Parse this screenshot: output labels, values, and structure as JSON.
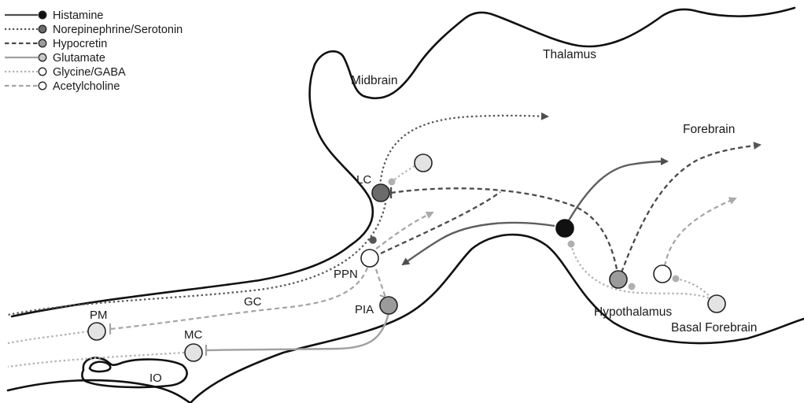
{
  "colors": {
    "histamine": "#111111",
    "norepinephrine_serotonin": "#555555",
    "hypocretin": "#4a4a4a",
    "glutamate": "#9a9a9a",
    "glycine_gaba": "#b0b0b0",
    "acetylcholine": "#a5a5a5",
    "histamine_lines": "#5e5e5e",
    "node_dark": "#6b6b6b",
    "node_gray": "#9b9b9b",
    "node_light": "#e3e3e3",
    "node_white": "#ffffff"
  },
  "legend": [
    {
      "label": "Histamine",
      "style": "solid",
      "line_color": "#4d4d4d",
      "dot_fill": "#111111"
    },
    {
      "label": "Norepinephrine/Serotonin",
      "style": "dotted",
      "line_color": "#555555",
      "dot_fill": "#6b6b6b"
    },
    {
      "label": "Hypocretin",
      "style": "dashed",
      "line_color": "#4a4a4a",
      "dot_fill": "#9b9b9b"
    },
    {
      "label": "Glutamate",
      "style": "solid",
      "line_color": "#a0a0a0",
      "dot_fill": "#c8c8c8"
    },
    {
      "label": "Glycine/GABA",
      "style": "dotted",
      "line_color": "#b0b0b0",
      "dot_fill": "#ffffff"
    },
    {
      "label": "Acetylcholine",
      "style": "dashed",
      "line_color": "#a5a5a5",
      "dot_fill": "#ffffff"
    }
  ],
  "regions": {
    "thalamus": "Thalamus",
    "midbrain": "Midbrain",
    "forebrain": "Forebrain",
    "hypothalamus": "Hypothalamus",
    "basal_forebrain": "Basal Forebrain"
  },
  "nuclei": {
    "lc": "LC",
    "ppn": "PPN",
    "gc": "GC",
    "pia": "PIA",
    "pm": "PM",
    "mc": "MC",
    "io": "IO"
  }
}
